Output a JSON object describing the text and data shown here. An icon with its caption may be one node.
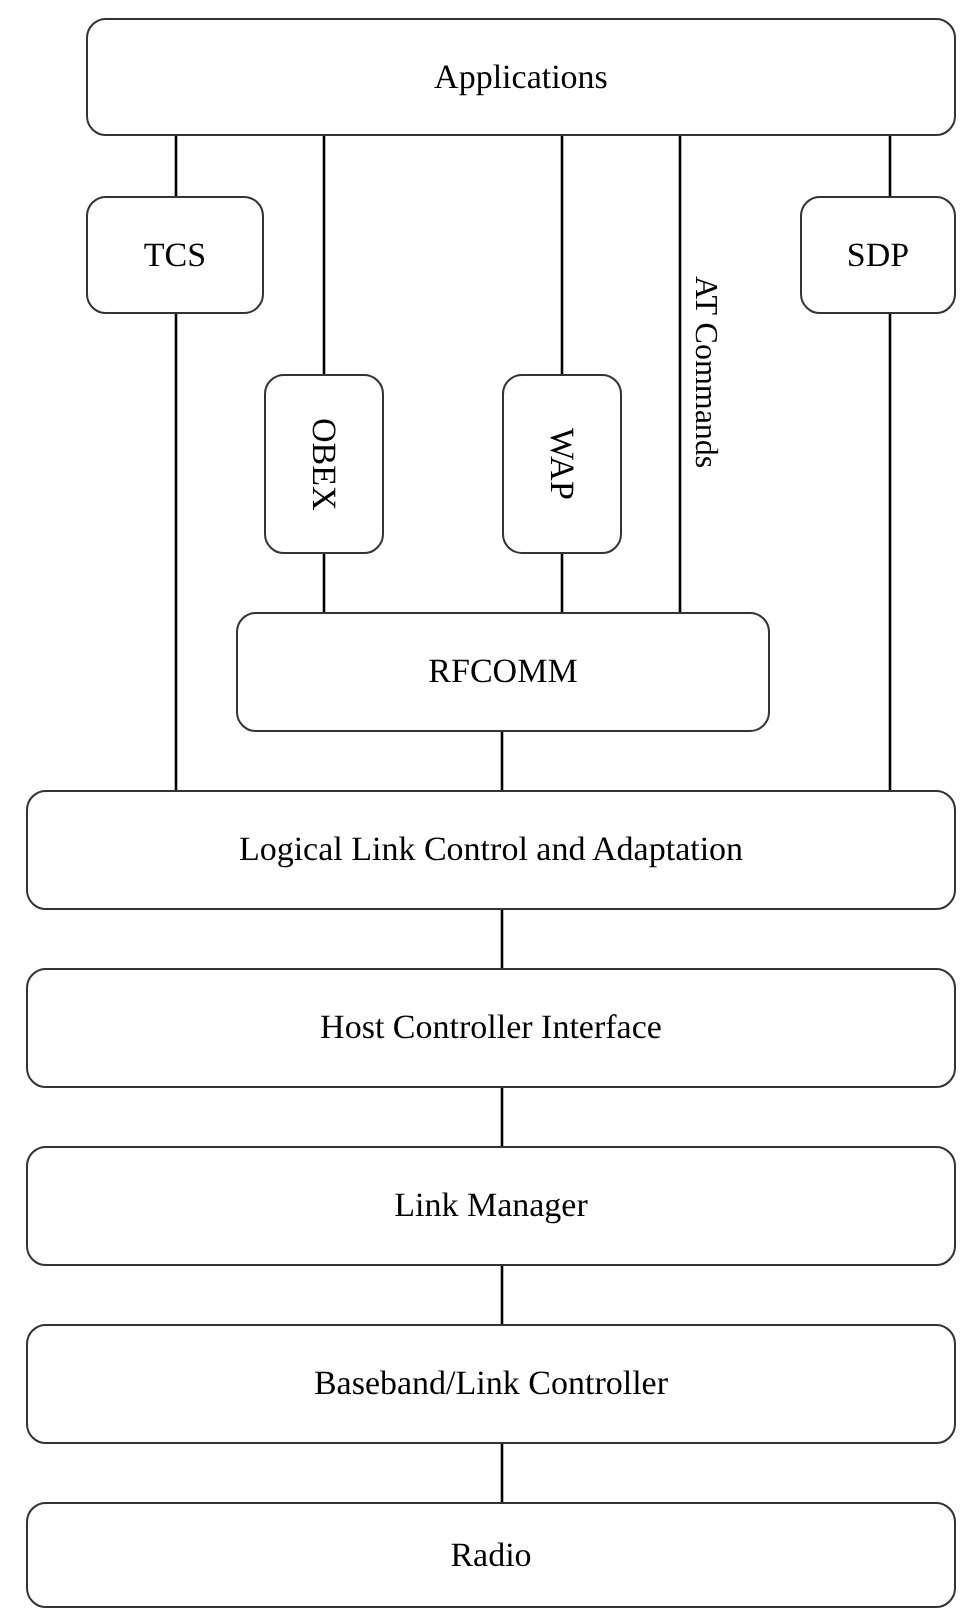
{
  "diagram": {
    "nodes": [
      {
        "text": [
          "Applications"
        ]
      },
      {
        "text": [
          "TCS"
        ]
      },
      {
        "text": [
          "SDP"
        ]
      },
      {
        "text": [
          "OBEX"
        ]
      },
      {
        "text": [
          "WAP"
        ]
      },
      {
        "text": [
          "RFCOMM"
        ]
      },
      {
        "text": [
          "Logical Link Control and Adaptation"
        ]
      },
      {
        "text": [
          "Host Controller Interface"
        ]
      },
      {
        "text": [
          "Link Manager"
        ]
      },
      {
        "text": [
          "Baseband/Link Controller"
        ]
      },
      {
        "text": [
          "Radio"
        ]
      }
    ],
    "edges": [
      {
        "from": 0,
        "to": 1,
        "arrow": "none"
      },
      {
        "from": 1,
        "to": 6,
        "arrow": "none"
      },
      {
        "from": 0,
        "to": 3,
        "arrow": "none"
      },
      {
        "from": 3,
        "to": 5,
        "arrow": "none"
      },
      {
        "from": 0,
        "to": 4,
        "arrow": "none"
      },
      {
        "from": 4,
        "to": 5,
        "arrow": "none"
      },
      {
        "from": 0,
        "to": 5,
        "arrow": "none",
        "label": "AT Commands"
      },
      {
        "from": 0,
        "to": 2,
        "arrow": "none"
      },
      {
        "from": 2,
        "to": 6,
        "arrow": "none"
      },
      {
        "from": 5,
        "to": 6,
        "arrow": "none"
      },
      {
        "from": 6,
        "to": 7,
        "arrow": "none"
      },
      {
        "from": 7,
        "to": 8,
        "arrow": "none"
      },
      {
        "from": 8,
        "to": 9,
        "arrow": "none"
      },
      {
        "from": 9,
        "to": 10,
        "arrow": "none"
      }
    ]
  }
}
